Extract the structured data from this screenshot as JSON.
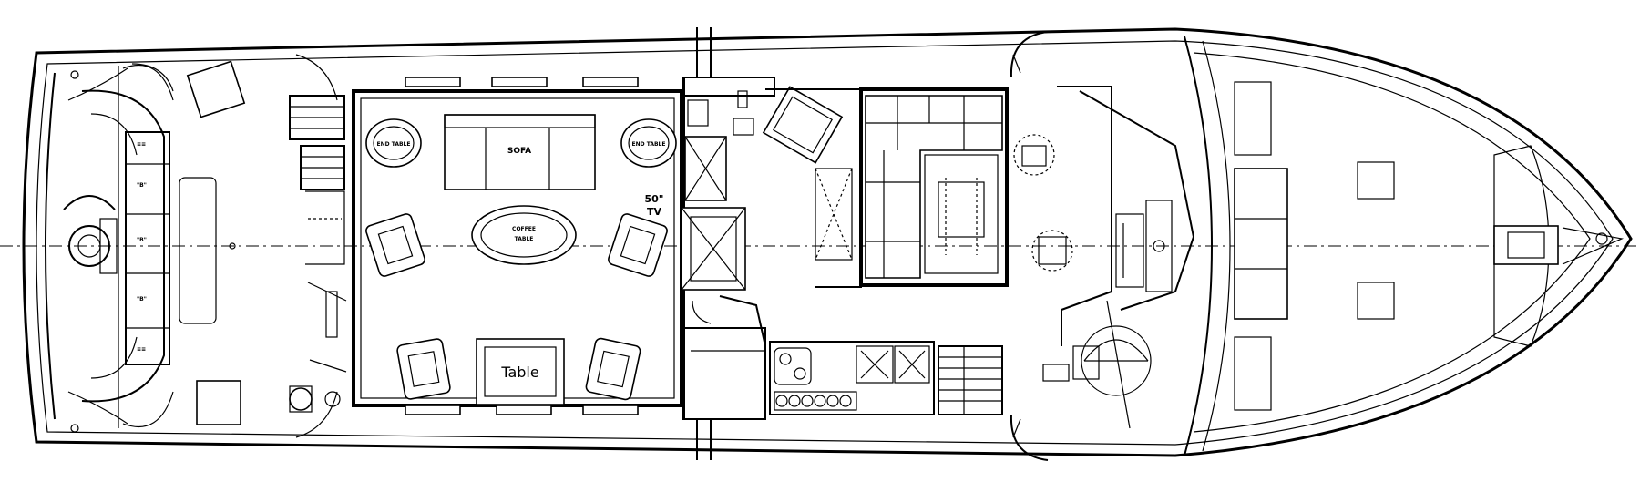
{
  "labels": {
    "sofa": "SOFA",
    "end_table_left": "END TABLE",
    "end_table_right": "END TABLE",
    "coffee_table_line1": "COFFEE",
    "coffee_table_line2": "TABLE",
    "tv_size": "50\"",
    "tv": "TV",
    "table": "Table"
  }
}
